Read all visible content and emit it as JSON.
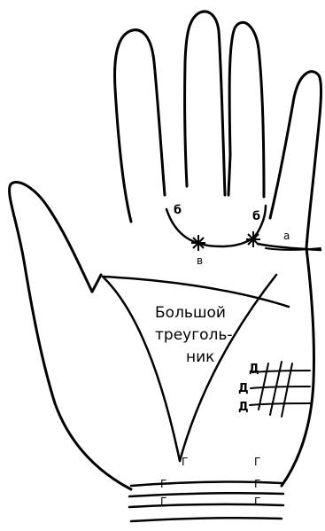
{
  "diagram": {
    "triangle_label_lines": [
      "Большой",
      "треуголь-",
      "ник"
    ],
    "labels": {
      "b_left": "б",
      "b_right": "б",
      "v": "в",
      "a": "а",
      "d1": "Д",
      "d2": "Д",
      "d3": "Д",
      "g1": "Г",
      "g2": "Г",
      "g3": "Г",
      "g4": "Г",
      "g5": "Г",
      "g6": "Г"
    },
    "colors": {
      "ink": "#000000",
      "paper": "#ffffff"
    }
  }
}
